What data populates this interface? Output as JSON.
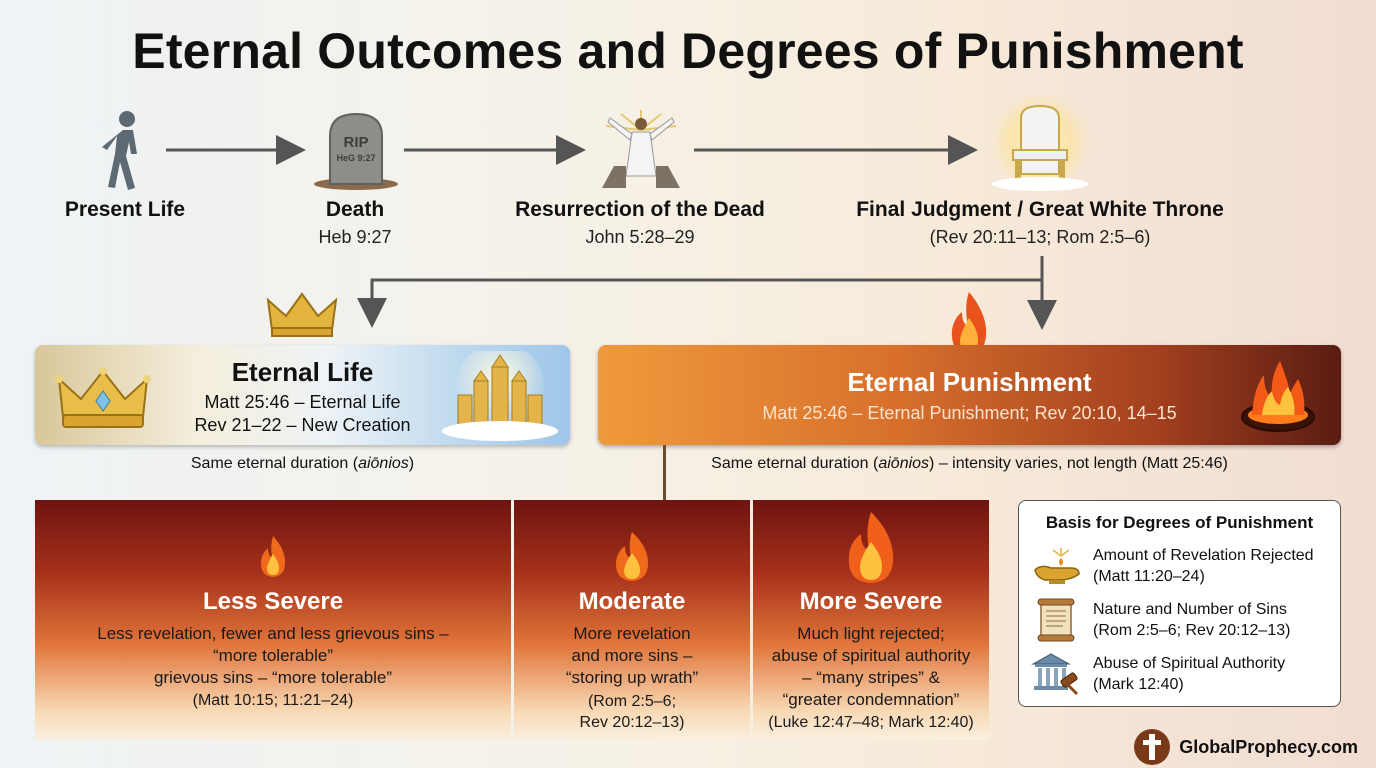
{
  "title": "Eternal Outcomes and Degrees of Punishment",
  "timeline": [
    {
      "label": "Present Life",
      "ref": ""
    },
    {
      "label": "Death",
      "ref": "Heb 9:27",
      "icon_text": "RIP",
      "icon_subtext": "HeG 9:27"
    },
    {
      "label": "Resurrection of the Dead",
      "ref": "John 5:28–29"
    },
    {
      "label": "Final Judgment / Great White Throne",
      "ref": "(Rev 20:11–13; Rom 2:5–6)"
    }
  ],
  "eternal_life": {
    "title": "Eternal Life",
    "line1": "Matt 25:46 – Eternal Life",
    "line2": "Rev 21–22 – New Creation",
    "note_prefix": "Same eternal duration (",
    "note_italic": "aiōnios",
    "note_suffix": ")"
  },
  "eternal_punishment": {
    "title": "Eternal Punishment",
    "line1": "Matt 25:46 – Eternal Punishment; Rev 20:10, 14–15",
    "note_prefix": "Same eternal duration (",
    "note_italic": "aiōnios",
    "note_suffix": ") – intensity varies, not length (Matt 25:46)"
  },
  "severity": [
    {
      "title": "Less Severe",
      "lines": [
        "Less revelation, fewer and less grievous sins –",
        "“more tolerable”",
        "grievous sins – “more tolerable”"
      ],
      "ref": "(Matt 10:15; 11:21–24)"
    },
    {
      "title": "Moderate",
      "lines": [
        "More revelation",
        "and more sins –",
        "“storing up wrath”"
      ],
      "ref_lines": [
        "(Rom 2:5–6;",
        "Rev 20:12–13)"
      ]
    },
    {
      "title": "More Severe",
      "lines": [
        "Much light rejected;",
        "abuse of spiritual authority",
        "– “many stripes” &",
        "“greater condemnation”"
      ],
      "ref": "(Luke 12:47–48; Mark 12:40)"
    }
  ],
  "basis": {
    "title": "Basis for Degrees of Punishment",
    "items": [
      {
        "line1": "Amount of Revelation Rejected",
        "line2": "(Matt 11:20–24)",
        "icon": "lamp-icon"
      },
      {
        "line1": "Nature and Number of Sins",
        "line2": "(Rom 2:5–6; Rev 20:12–13)",
        "icon": "scroll-icon"
      },
      {
        "line1": "Abuse of Spiritual Authority",
        "line2": "(Mark 12:40)",
        "icon": "courthouse-gavel-icon"
      }
    ]
  },
  "brand": "GlobalProphecy.com",
  "colors": {
    "arrow": "#555555",
    "fire": "#e8521c",
    "gold": "#d9a530"
  }
}
